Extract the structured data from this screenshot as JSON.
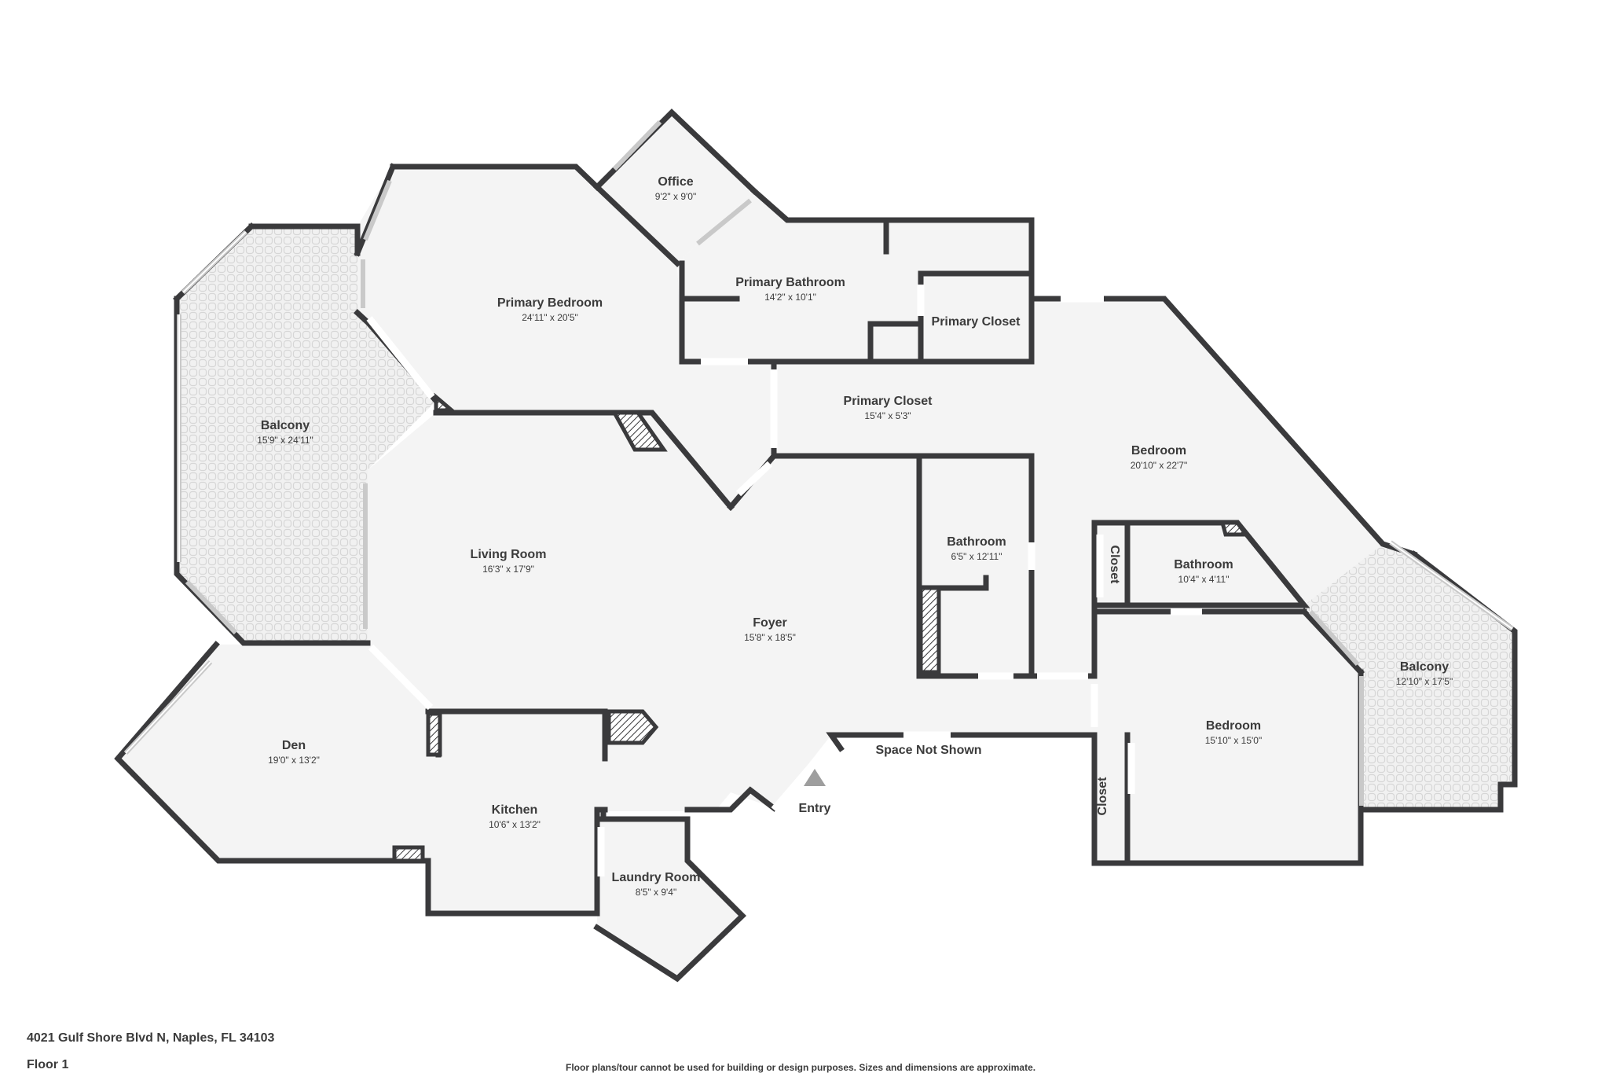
{
  "rooms": {
    "office": {
      "name": "Office",
      "dim": "9'2\" x 9'0\""
    },
    "primary_bedroom": {
      "name": "Primary Bedroom",
      "dim": "24'11\" x 20'5\""
    },
    "primary_bathroom": {
      "name": "Primary Bathroom",
      "dim": "14'2\" x 10'1\""
    },
    "primary_closet_a": {
      "name": "Primary Closet",
      "dim": ""
    },
    "primary_closet_b": {
      "name": "Primary Closet",
      "dim": "15'4\" x 5'3\""
    },
    "balcony_west": {
      "name": "Balcony",
      "dim": "15'9\" x 24'11\""
    },
    "living_room": {
      "name": "Living Room",
      "dim": "16'3\" x 17'9\""
    },
    "foyer": {
      "name": "Foyer",
      "dim": "15'8\" x 18'5\""
    },
    "bathroom_a": {
      "name": "Bathroom",
      "dim": "6'5\" x 12'11\""
    },
    "bedroom_a": {
      "name": "Bedroom",
      "dim": "20'10\" x 22'7\""
    },
    "closet_a": {
      "name": "Closet",
      "dim": ""
    },
    "bathroom_b": {
      "name": "Bathroom",
      "dim": "10'4\" x 4'11\""
    },
    "balcony_east": {
      "name": "Balcony",
      "dim": "12'10\" x 17'5\""
    },
    "bedroom_b": {
      "name": "Bedroom",
      "dim": "15'10\" x 15'0\""
    },
    "closet_b": {
      "name": "Closet",
      "dim": ""
    },
    "den": {
      "name": "Den",
      "dim": "19'0\" x 13'2\""
    },
    "kitchen": {
      "name": "Kitchen",
      "dim": "10'6\" x 13'2\""
    },
    "laundry_room": {
      "name": "Laundry Room",
      "dim": "8'5\" x 9'4\""
    }
  },
  "labels": {
    "space_not_shown": "Space Not Shown",
    "entry": "Entry"
  },
  "footer": {
    "address": "4021 Gulf Shore Blvd N, Naples, FL 34103",
    "floor": "Floor 1",
    "disclaimer": "Floor plans/tour cannot be used for building or design purposes. Sizes and dimensions are approximate."
  },
  "colors": {
    "wall": "#3a3a3c",
    "floor": "#f4f4f4",
    "text": "#3b3b3b"
  }
}
